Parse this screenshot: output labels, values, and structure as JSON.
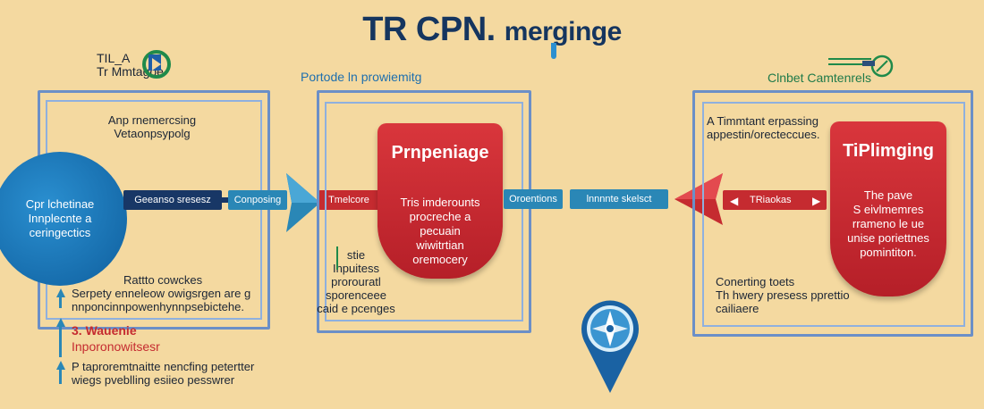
{
  "title": {
    "main": "TR CPN.",
    "sub": "merginge"
  },
  "top_left": {
    "line1": "TIL_A",
    "line2": "Tr Mmtagoe"
  },
  "top_middle": {
    "label": "Portode ln prowiemitg"
  },
  "top_right": {
    "label": "Clnbet Camtenrels"
  },
  "left_panel": {
    "line1": "Anp rnemercsing",
    "line2": "Vetaonpsypolg"
  },
  "circle": {
    "line1": "Cpr lchetinae",
    "line2": "Innplecnte a",
    "line3": "ceringectics"
  },
  "chips": {
    "navy": "Geeanso sresesz",
    "teal_left": "Conposing",
    "red_left": "Tmelcore",
    "teal_mid": "Oroentions",
    "teal_right": "lnnnnte skelsct",
    "red_right": "TRiaokas"
  },
  "center_card": {
    "title": "Prnpeniage",
    "body1": "Tris imderounts",
    "body2": "procreche a",
    "body3": "pecuain",
    "body4": "wiwitrtian",
    "body5": "oremocery"
  },
  "right_card": {
    "title": "TiPlimging",
    "body1": "The pave",
    "body2": "S eivlmemres",
    "body3": "rrameno le ue",
    "body4": "unise poriettnes",
    "body5": "pomintiton."
  },
  "right_panel": {
    "line1": "A Timmtant erpassing",
    "line2": "appestin/orecteccues."
  },
  "middle_notes": {
    "line1": "stie",
    "line2": "Inpuitess",
    "line3": "prorouratl",
    "line4": "sporenceee",
    "line5": "caid e pcenges"
  },
  "left_notes": {
    "line1": "Rattto cowckes",
    "line2": "Serpety enneleow owigsrgen are g",
    "line3": "nnponcinnpowenhynnpsebictehe."
  },
  "waveline": {
    "line1": "3. Wauenie",
    "line2": "Inporonowitsesr"
  },
  "bottom_left": {
    "line1": "P taproremtnaitte nencfing petertter",
    "line2": "wiegs pveblling esiieo pesswrer"
  },
  "right_notes": {
    "line1": "Conerting toets",
    "line2": "Th hwery presess pprettio",
    "line3": "cailiaere"
  },
  "colors": {
    "background": "#f4d9a0",
    "panel_border": "#6b8fc7",
    "red": "#c52b30",
    "navy": "#183766",
    "teal": "#2a87b6"
  }
}
